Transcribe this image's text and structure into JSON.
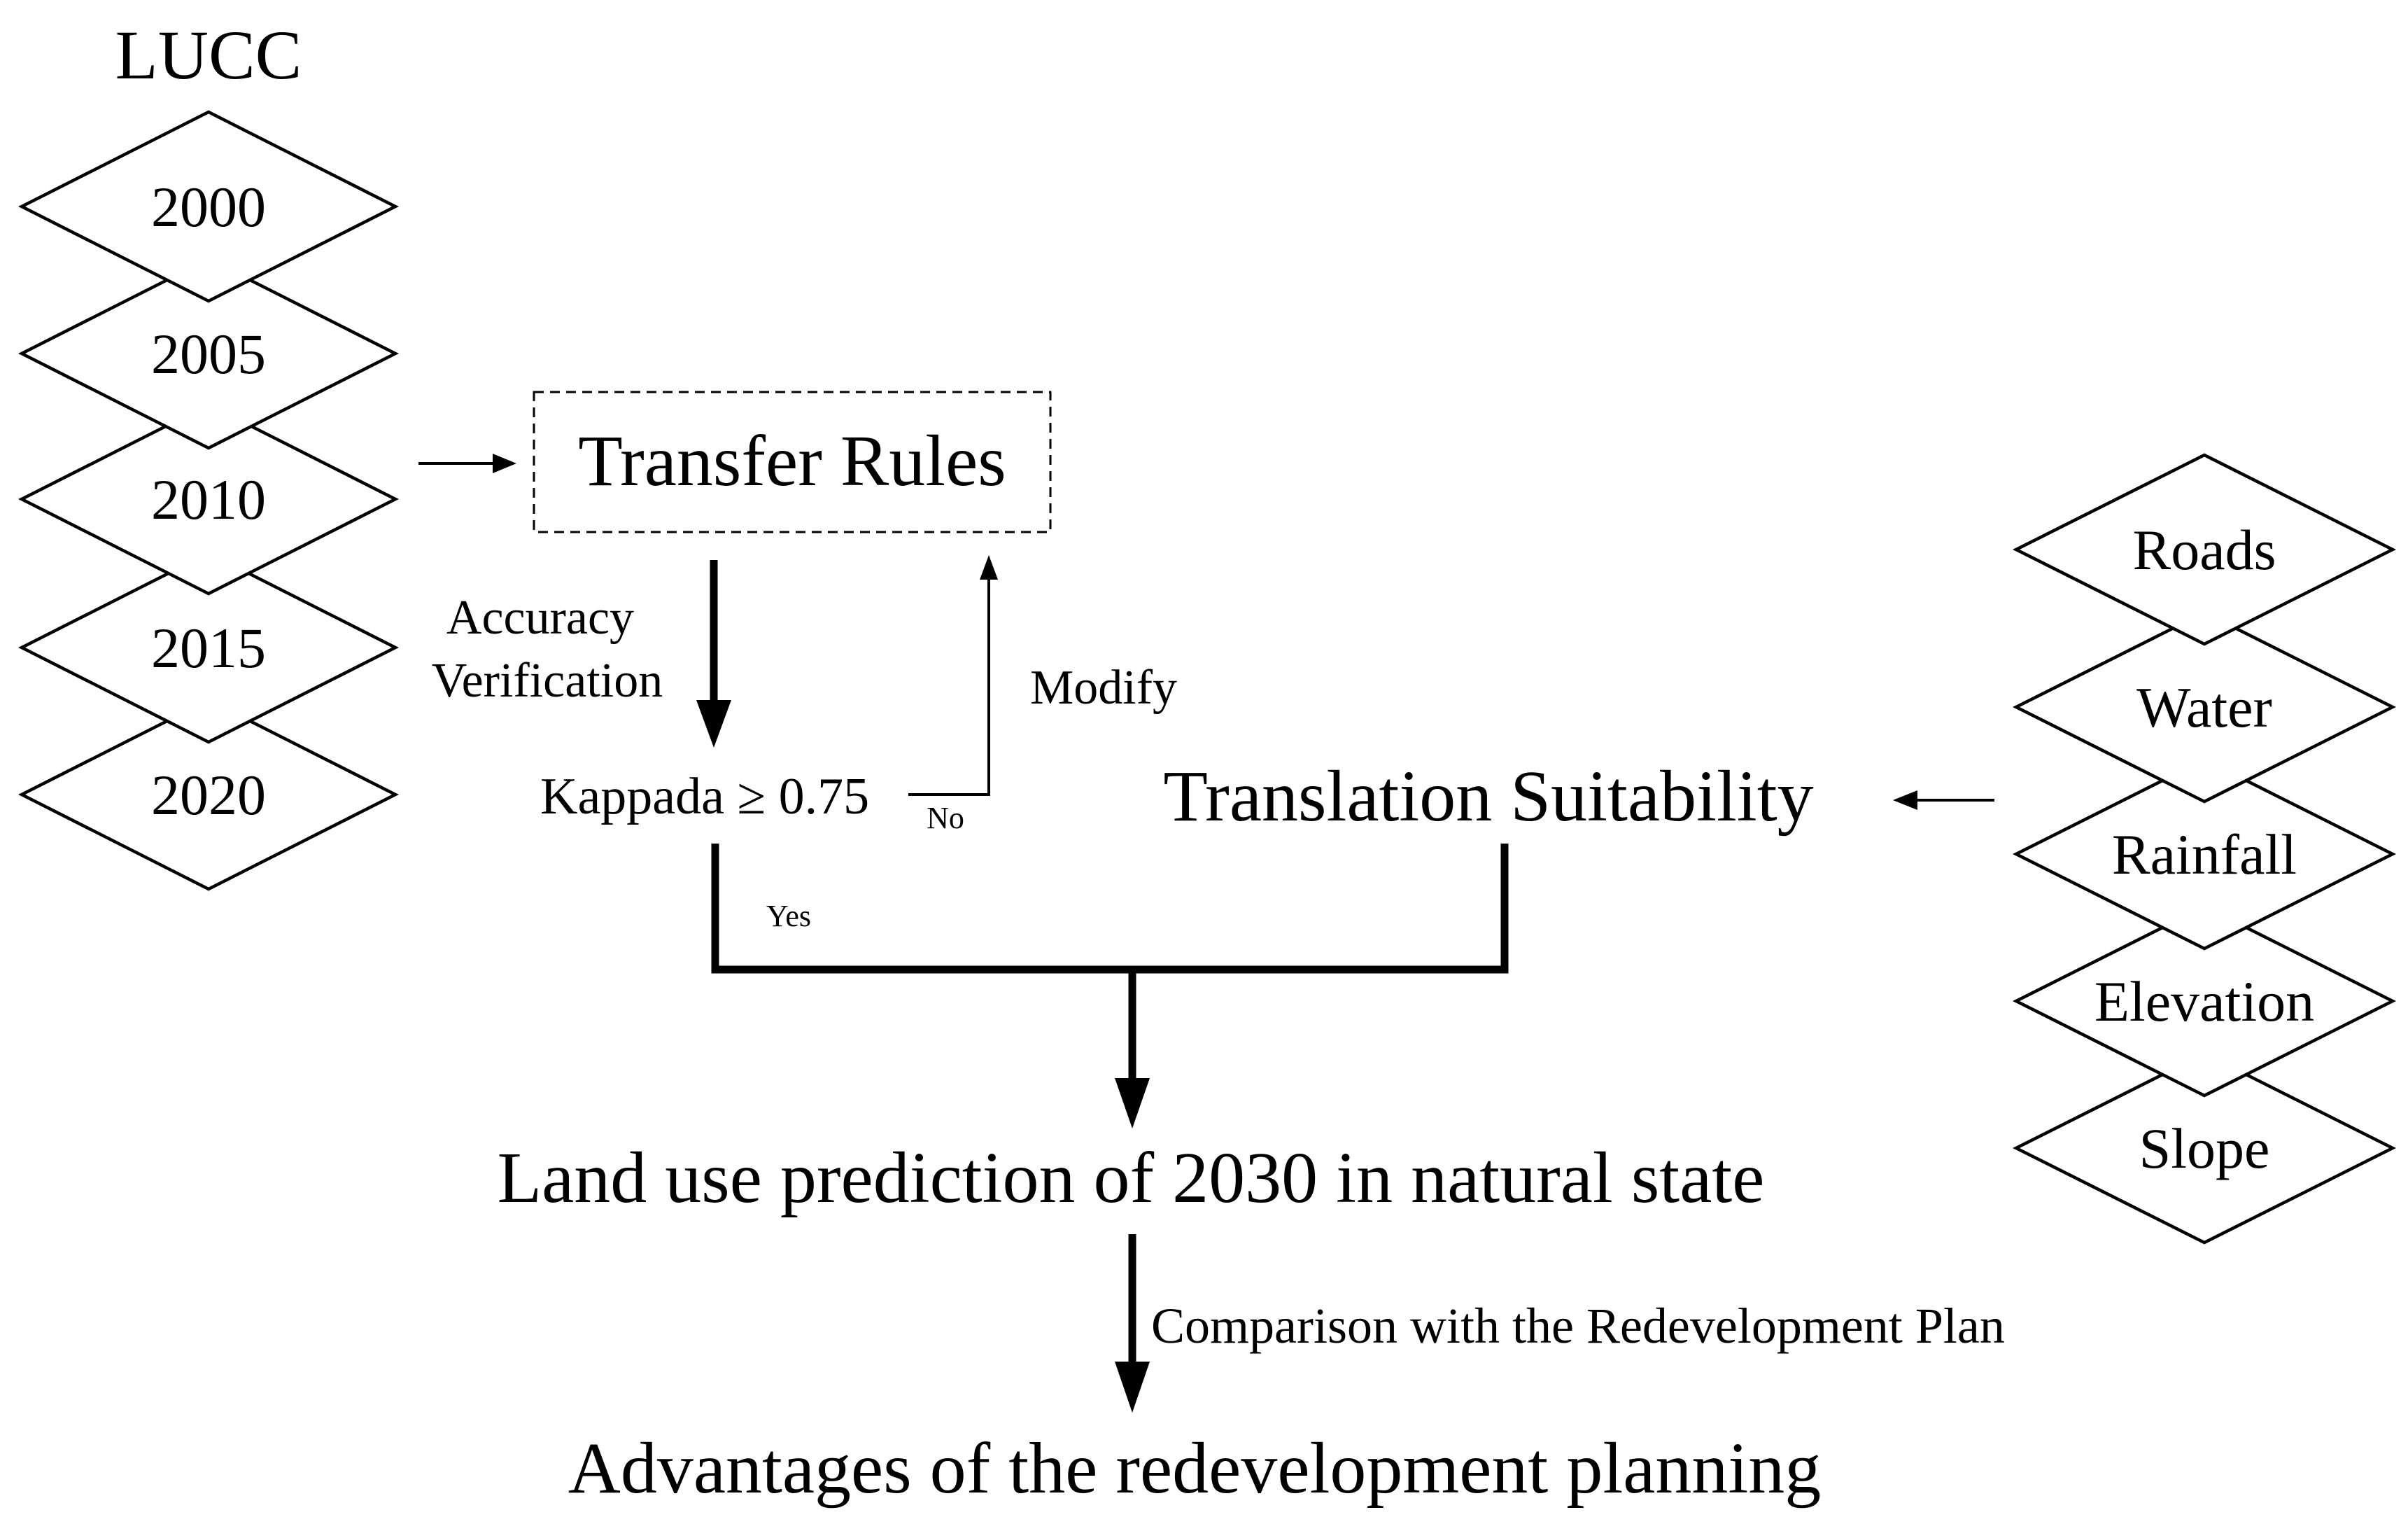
{
  "lucc": {
    "title": "LUCC",
    "years": [
      "2000",
      "2005",
      "2010",
      "2015",
      "2020"
    ]
  },
  "transfer_rules": "Transfer Rules",
  "accuracy": {
    "line1": "Accuracy",
    "line2": "Verification"
  },
  "kappa": "Kappada ≥ 0.75",
  "no_label": "No",
  "yes_label": "Yes",
  "modify": "Modify",
  "translation_suitability": "Translation Suitability",
  "factors": [
    "Roads",
    "Water",
    "Rainfall",
    "Elevation",
    "Slope"
  ],
  "prediction": "Land use prediction of 2030 in natural state",
  "comparison": "Comparison with the Redevelopment Plan",
  "advantages": "Advantages of the redevelopment planning"
}
